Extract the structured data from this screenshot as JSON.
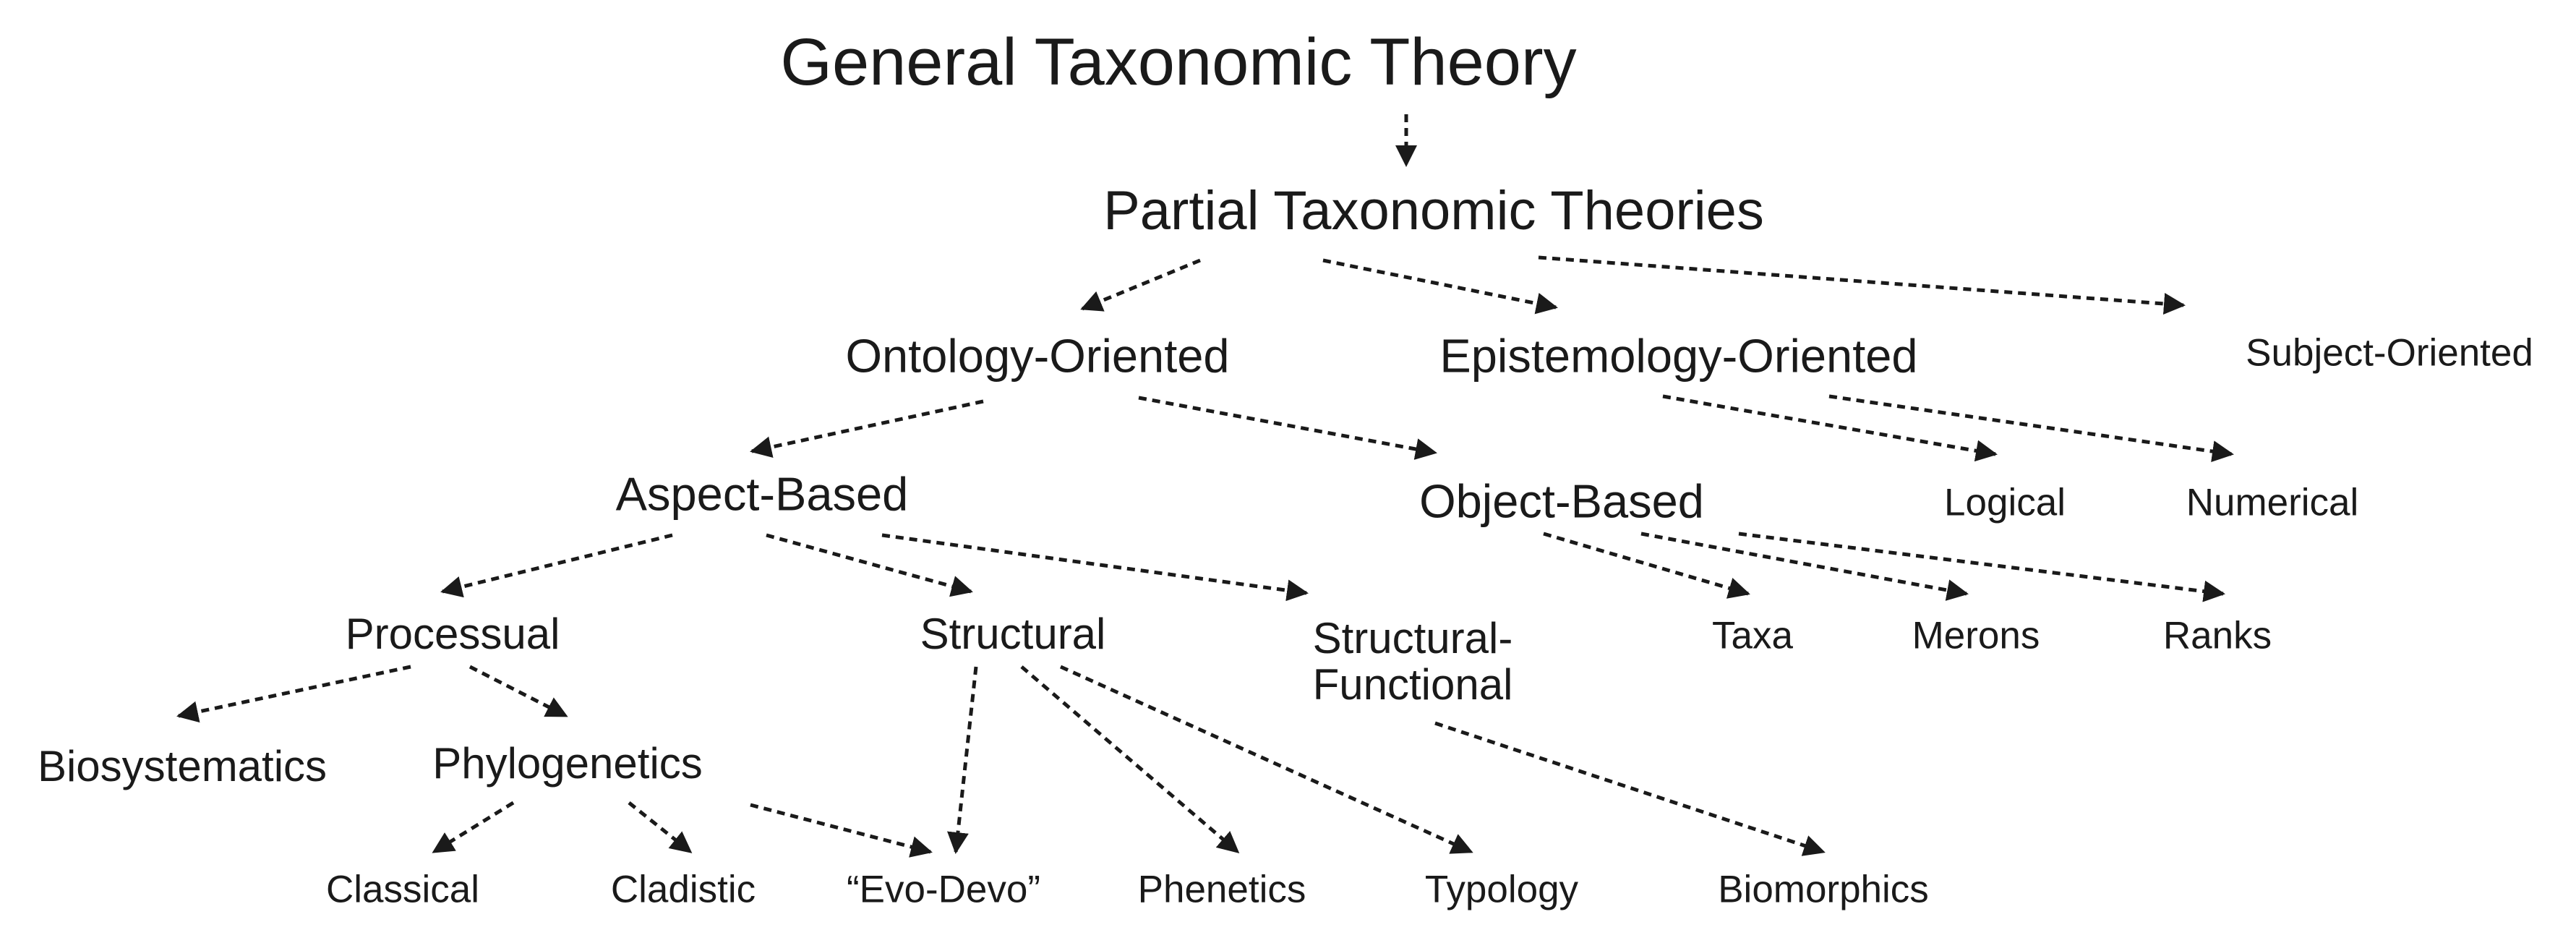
{
  "nodes": {
    "root": "General Taxonomic Theory",
    "partial": "Partial Taxonomic Theories",
    "ontology": "Ontology-Oriented",
    "epistemology": "Epistemology-Oriented",
    "subject": "Subject-Oriented",
    "aspect": "Aspect-Based",
    "object": "Object-Based",
    "logical": "Logical",
    "numerical": "Numerical",
    "processual": "Processual",
    "structural": "Structural",
    "structfunc": "Structural-\nFunctional",
    "taxa": "Taxa",
    "merons": "Merons",
    "ranks": "Ranks",
    "biosystematics": "Biosystematics",
    "phylogenetics": "Phylogenetics",
    "classical": "Classical",
    "cladistic": "Cladistic",
    "evodevo": "“Evo-Devo”",
    "phenetics": "Phenetics",
    "typology": "Typology",
    "biomorphics": "Biomorphics"
  },
  "edges": [
    [
      "root",
      "partial"
    ],
    [
      "partial",
      "ontology"
    ],
    [
      "partial",
      "epistemology"
    ],
    [
      "partial",
      "subject"
    ],
    [
      "ontology",
      "aspect"
    ],
    [
      "ontology",
      "object"
    ],
    [
      "epistemology",
      "logical"
    ],
    [
      "epistemology",
      "numerical"
    ],
    [
      "aspect",
      "processual"
    ],
    [
      "aspect",
      "structural"
    ],
    [
      "aspect",
      "structfunc"
    ],
    [
      "object",
      "taxa"
    ],
    [
      "object",
      "merons"
    ],
    [
      "object",
      "ranks"
    ],
    [
      "processual",
      "biosystematics"
    ],
    [
      "processual",
      "phylogenetics"
    ],
    [
      "phylogenetics",
      "classical"
    ],
    [
      "phylogenetics",
      "cladistic"
    ],
    [
      "phylogenetics",
      "evodevo"
    ],
    [
      "structural",
      "evodevo"
    ],
    [
      "structural",
      "phenetics"
    ],
    [
      "structural",
      "typology"
    ],
    [
      "structfunc",
      "biomorphics"
    ]
  ],
  "style": {
    "ink": "#1a1a1a",
    "background": "#ffffff"
  }
}
